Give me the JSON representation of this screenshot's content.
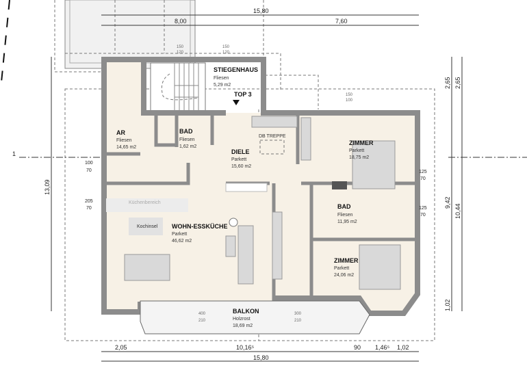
{
  "rooms": [
    {
      "name": "STIEGENHAUS",
      "floor": "Fliesen",
      "area": "5,29 m2"
    },
    {
      "name": "AR",
      "floor": "Fliesen",
      "area": "14,65 m2"
    },
    {
      "name": "BAD",
      "floor": "Fliesen",
      "area": "1,62 m2"
    },
    {
      "name": "DIELE",
      "floor": "Parkett",
      "area": "15,60 m2"
    },
    {
      "name": "ZIMMER",
      "floor": "Parkett",
      "area": "18,75 m2"
    },
    {
      "name": "BAD",
      "floor": "Fliesen",
      "area": "11,95 m2"
    },
    {
      "name": "WOHN-ESSKÜCHE",
      "floor": "Parkett",
      "area": "46,62 m2"
    },
    {
      "name": "ZIMMER",
      "floor": "Parkett",
      "area": "24,06 m2"
    },
    {
      "name": "BALKON",
      "floor": "Holzrost",
      "area": "18,69 m2"
    }
  ],
  "labels": {
    "unit": "TOP 3",
    "db_treppe": "DB TREPPE",
    "kitchen_area": "Küchenbereich",
    "kitchen_island": "Kochinsel",
    "section_marker": "1"
  },
  "dimensions": {
    "top_total": "15,80",
    "top_left": "8,00",
    "top_right": "7,60",
    "bottom": [
      "2,05",
      "10,16⁵",
      "90",
      "1,46⁵",
      "1,02"
    ],
    "bottom_total": "15,80",
    "left_total": "13,09",
    "right": [
      "2,65",
      "2,65",
      "9,42",
      "10,44",
      "1,02"
    ]
  },
  "windows": [
    {
      "w": "150",
      "h": "120"
    },
    {
      "w": "150",
      "h": "120"
    },
    {
      "w": "150",
      "h": "100"
    },
    {
      "w": "100",
      "h": "70"
    },
    {
      "w": "205",
      "h": "70"
    },
    {
      "w": "125",
      "h": "70"
    },
    {
      "w": "125",
      "h": "70"
    },
    {
      "w": "400",
      "h": "210"
    },
    {
      "w": "300",
      "h": "210"
    }
  ]
}
